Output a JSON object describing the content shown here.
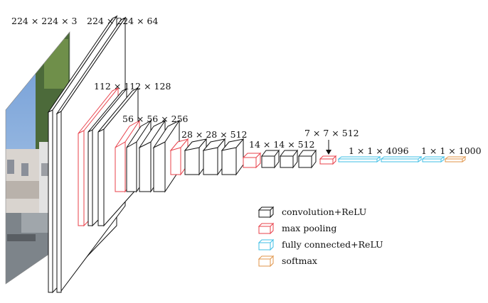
{
  "colors": {
    "conv": "#111111",
    "pool": "#e8404a",
    "fc": "#3fbfe6",
    "softmax": "#e0954a",
    "sky": "#5b8fcf",
    "foliage": "#4c6a3a"
  },
  "labels": {
    "input": "224 × 224 × 3",
    "conv1": "224 × 224 × 64",
    "conv2": "112 × 112 × 128",
    "conv3": "56 × 56 × 256",
    "conv4": "28 × 28 × 512",
    "conv5": "14 × 14 × 512",
    "pool5": "7 × 7 × 512",
    "fc": "1 × 1 × 4096",
    "softmax": "1 × 1 × 1000"
  },
  "legend": [
    {
      "type": "conv",
      "label": "convolution+ReLU"
    },
    {
      "type": "pool",
      "label": "max pooling"
    },
    {
      "type": "fc",
      "label": "fully connected+ReLU"
    },
    {
      "type": "softmax",
      "label": "softmax"
    }
  ]
}
